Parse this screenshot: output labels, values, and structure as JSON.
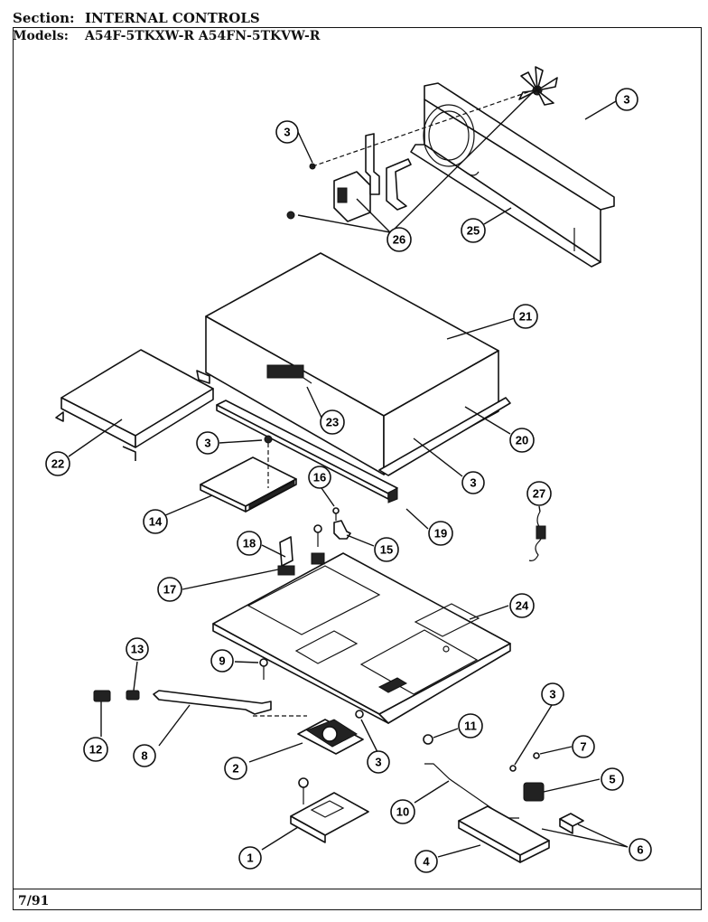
{
  "header": {
    "section_label": "Section:",
    "section_value": "INTERNAL CONTROLS",
    "models_label": "Models:",
    "models_value": "A54F-5TKXW-R  A54FN-5TKVW-R"
  },
  "footer": {
    "date": "7/91"
  },
  "callouts": [
    "1",
    "2",
    "3",
    "4",
    "5",
    "6",
    "7",
    "8",
    "9",
    "10",
    "11",
    "12",
    "13",
    "14",
    "15",
    "16",
    "17",
    "18",
    "19",
    "20",
    "21",
    "22",
    "23",
    "24",
    "25",
    "26",
    "27"
  ]
}
